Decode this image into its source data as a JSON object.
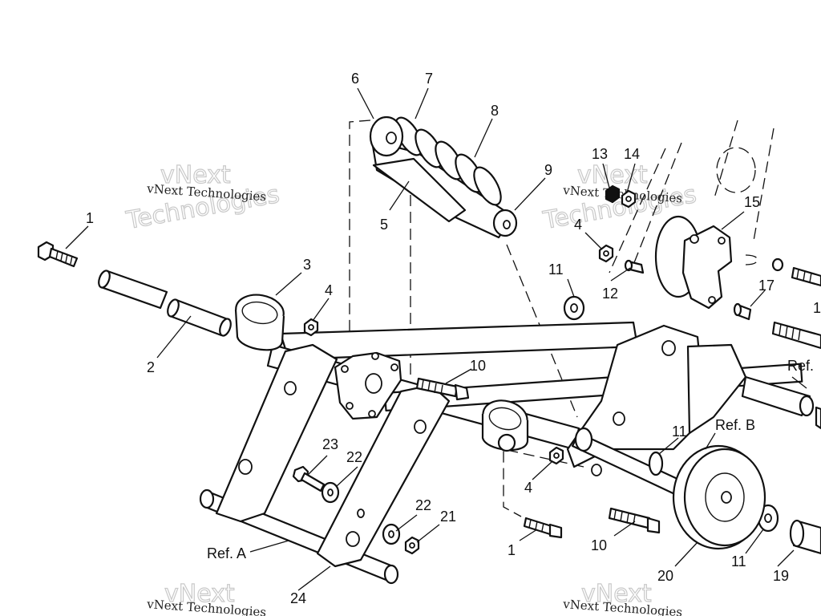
{
  "callouts": {
    "c1a": "1",
    "c1b": "1",
    "c2": "2",
    "c3": "3",
    "c4a": "4",
    "c4b": "4",
    "c4c": "4",
    "c5": "5",
    "c6": "6",
    "c7": "7",
    "c8": "8",
    "c9": "9",
    "c10a": "10",
    "c10b": "10",
    "c11a": "11",
    "c11b": "11",
    "c11c": "11",
    "c12": "12",
    "c13": "13",
    "c14": "14",
    "c15": "15",
    "c17": "17",
    "c18": "1",
    "c19": "19",
    "c20": "20",
    "c21": "21",
    "c22a": "22",
    "c22b": "22",
    "c23": "23",
    "c24": "24",
    "refA": "Ref. A",
    "refB": "Ref. B",
    "refC": "Ref."
  },
  "watermark": {
    "small": "vNext Technologies",
    "big_line1": "vNext",
    "big_line2": "Technologies"
  }
}
